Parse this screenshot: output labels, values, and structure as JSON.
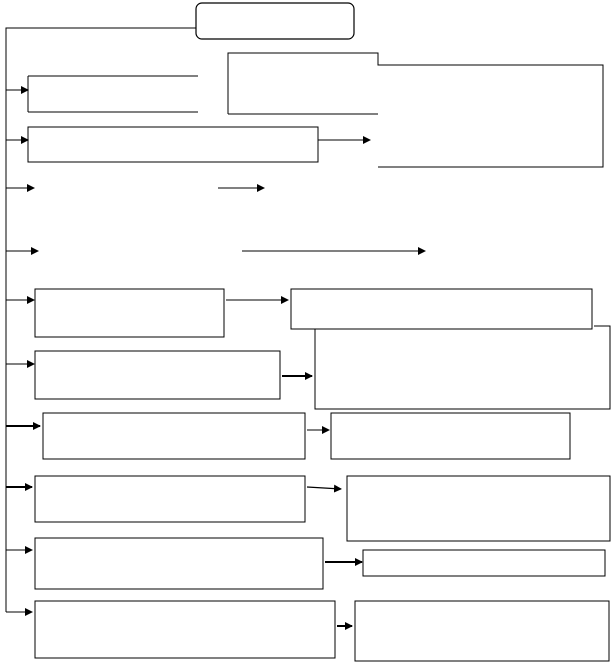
{
  "diagram": {
    "title": "",
    "stroke_color": "#000000",
    "background_color": "#ffffff",
    "steps": [
      {
        "id": "step-1",
        "label": ""
      },
      {
        "id": "step-2",
        "label": ""
      },
      {
        "id": "step-3",
        "label": ""
      },
      {
        "id": "step-4",
        "label": ""
      },
      {
        "id": "step-5",
        "label": ""
      },
      {
        "id": "step-6",
        "label": ""
      },
      {
        "id": "step-7",
        "label": ""
      },
      {
        "id": "step-8",
        "label": ""
      },
      {
        "id": "step-9",
        "label": ""
      },
      {
        "id": "step-10",
        "label": ""
      }
    ]
  }
}
